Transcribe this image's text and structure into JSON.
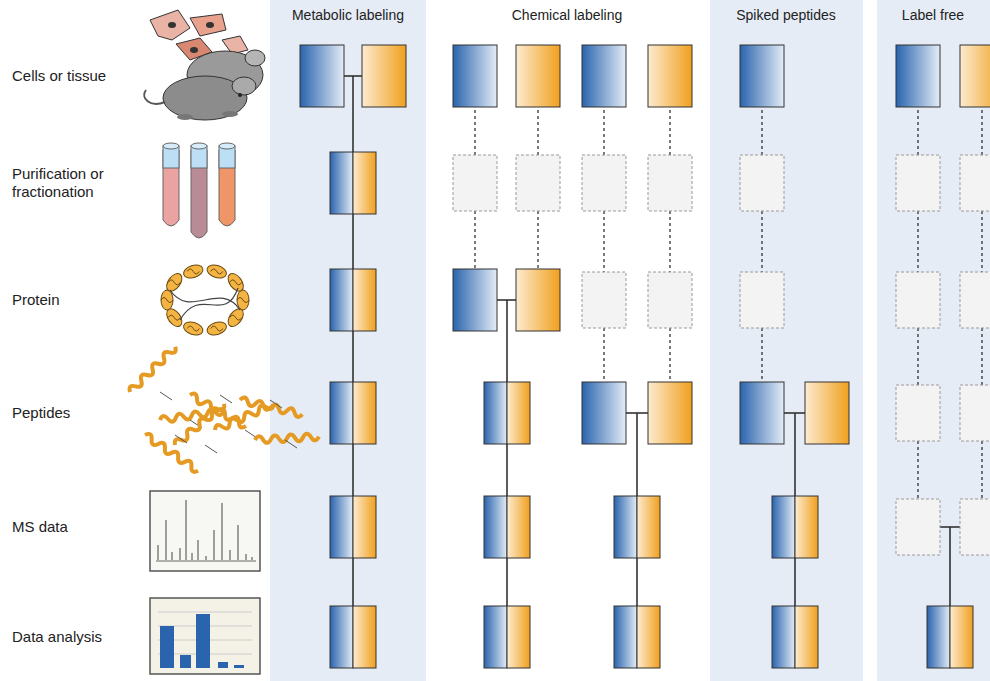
{
  "diagram": {
    "labels": [
      "Metabolic labeling",
      "Chemical labeling",
      "Spiked peptides",
      "Label free",
      "Cells or tissue",
      "Purification or fractionation",
      "Protein",
      "Peptides",
      "MS data",
      "Data analysis"
    ]
  }
}
